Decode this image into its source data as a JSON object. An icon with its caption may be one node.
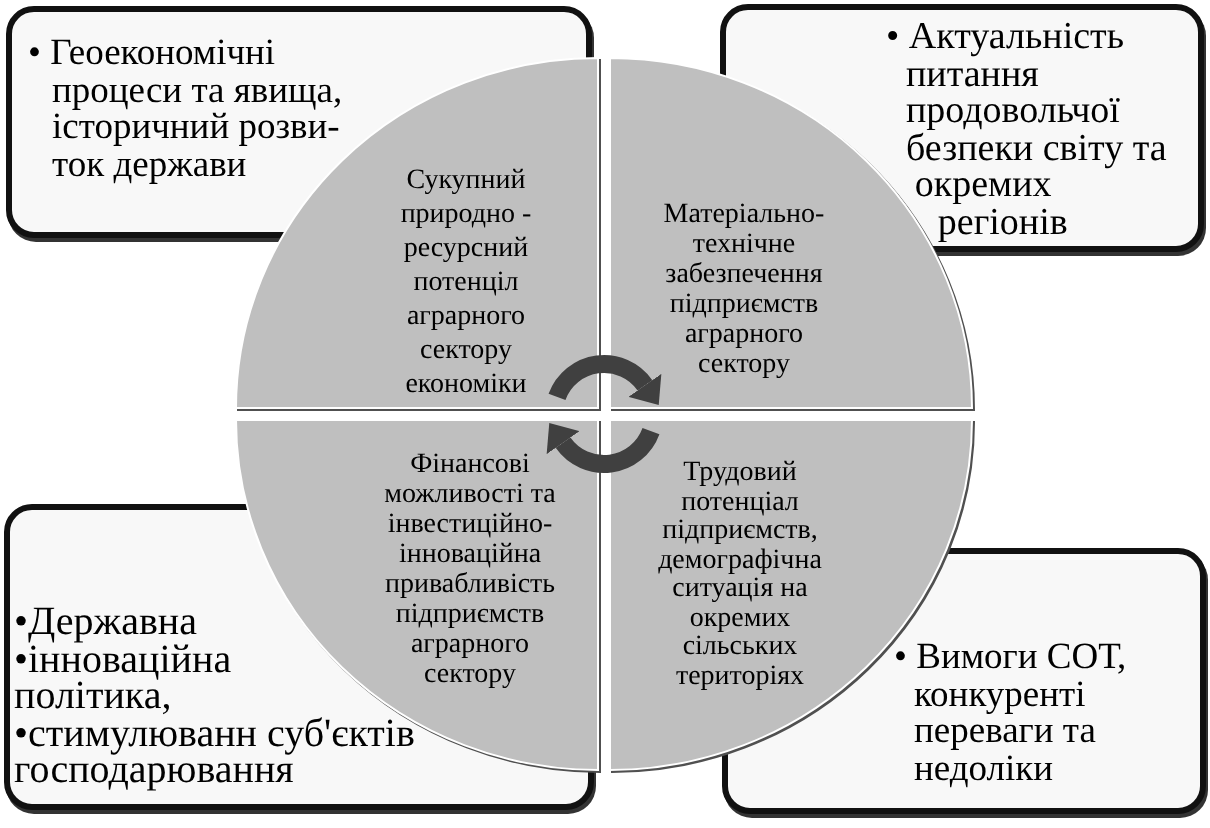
{
  "diagram": {
    "nodes": [
      {
        "text": [
          "• Геоекономічні процеси та явища, історичний розви- ток держави"
        ]
      },
      {
        "text": [
          "• Актуальність питання продовольчої безпеки світу та окремих регіонів"
        ]
      },
      {
        "text": [
          "Сукупний природно - ресурсний потенціл аграрного сектору економіки"
        ]
      },
      {
        "text": [
          "Матеріально-технічне забезпечення підприємств аграрного сектору"
        ]
      },
      {
        "text": [
          "Фінансові можливості та інвестиційно-інноваційна привабливість підприємств аграрного сектору"
        ]
      },
      {
        "text": [
          "Трудовий потенціал підприємств, демографічна ситуація на окремих сільських територіях"
        ]
      },
      {
        "text": [
          "•Державна",
          "•інноваційна політика,",
          "•стимулюванн суб'єктів господарювання"
        ]
      },
      {
        "text": [
          "• Вимоги СОТ, конкуренті переваги та недоліки"
        ]
      }
    ],
    "edges": [
      {
        "from": 2,
        "to": 3,
        "arrow": "to"
      },
      {
        "from": 5,
        "to": 4,
        "arrow": "to"
      }
    ]
  }
}
